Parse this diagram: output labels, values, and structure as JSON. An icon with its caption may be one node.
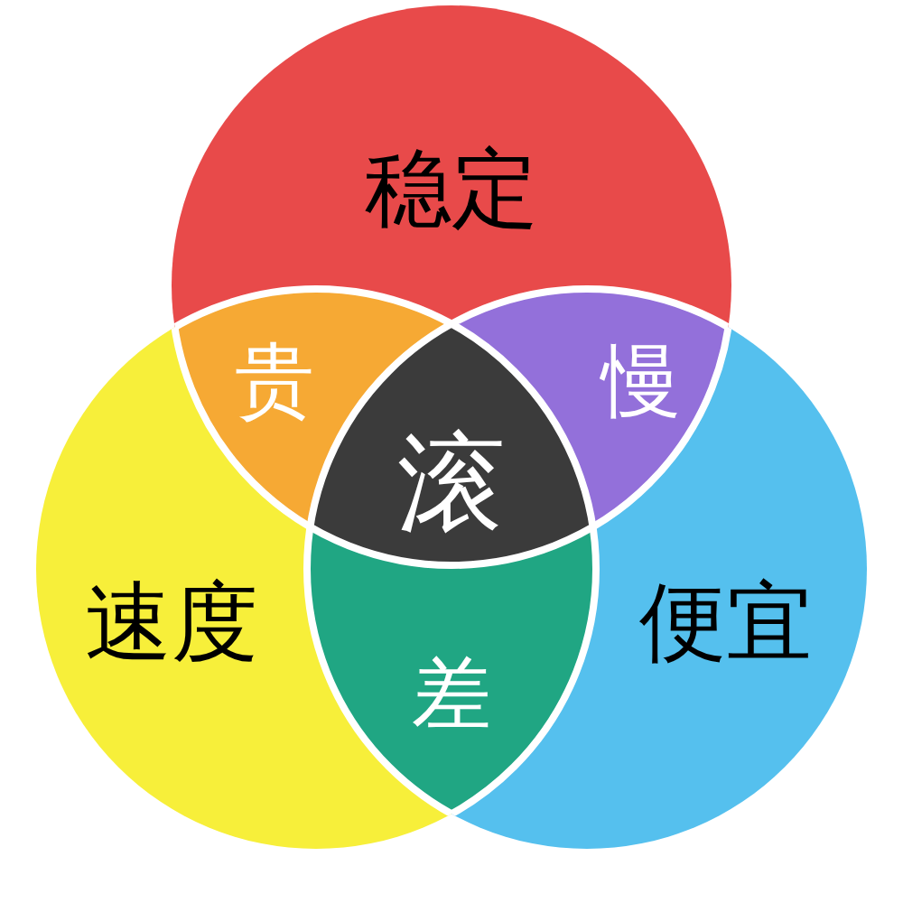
{
  "diagram": {
    "nodes": [
      {
        "text": [
          "稳定"
        ]
      },
      {
        "text": [
          "贵"
        ]
      },
      {
        "text": [
          "慢"
        ]
      },
      {
        "text": [
          "滚"
        ]
      },
      {
        "text": [
          "速度"
        ]
      },
      {
        "text": [
          "便宜"
        ]
      },
      {
        "text": [
          "差"
        ]
      }
    ]
  }
}
